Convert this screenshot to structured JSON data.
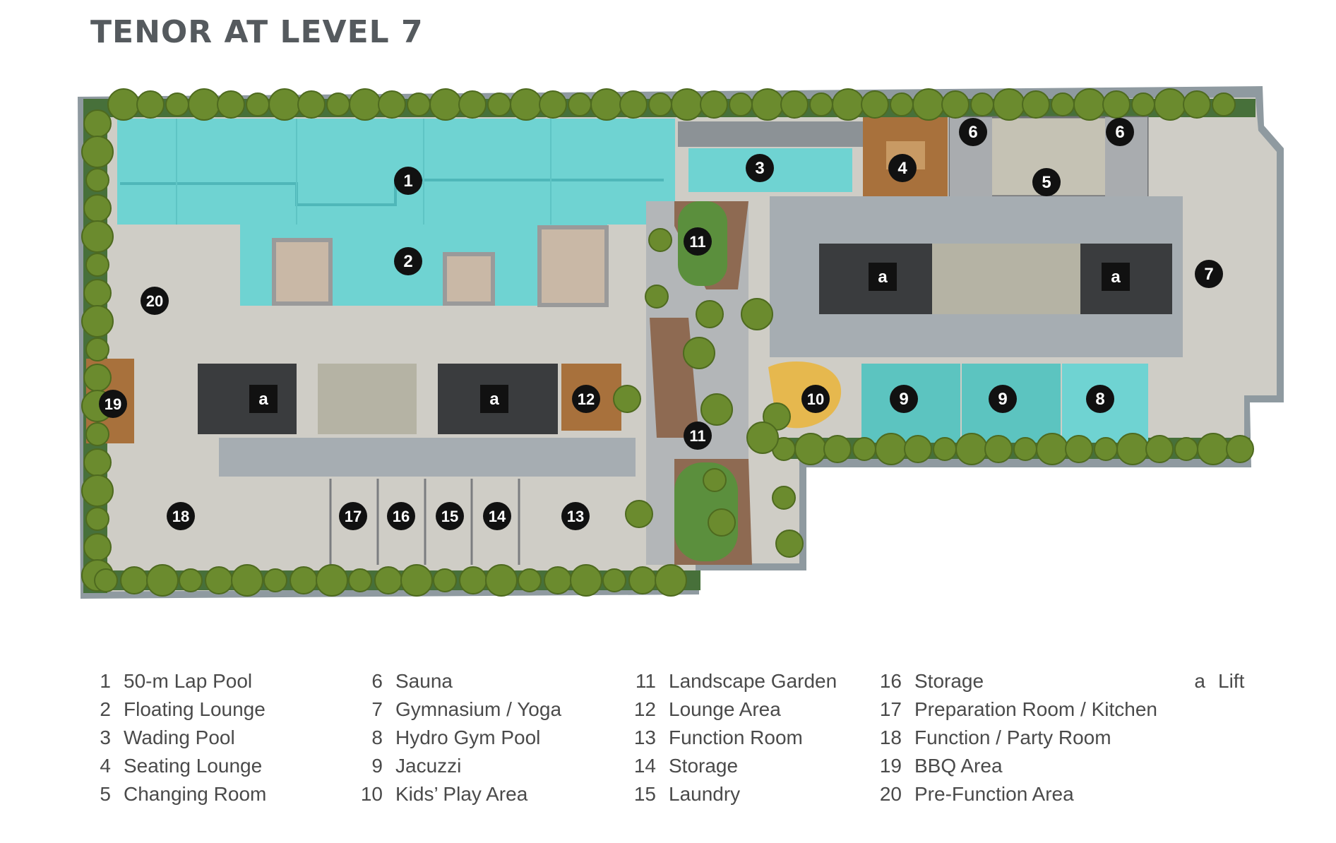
{
  "title": "TENOR AT LEVEL 7",
  "colors": {
    "pool": "#6fd3d2",
    "pool_tile": "#4fb7b9",
    "deck": "#c8c6bf",
    "paving": "#b3b6b8",
    "wood": "#a8713c",
    "lawn": "#5b8f3d",
    "path": "#8e6a52",
    "tree": "#6b8b2e",
    "lift_core": "#3a3c3e",
    "marker": "#111111",
    "sand": "#e6b84e"
  },
  "markers": [
    "1",
    "2",
    "3",
    "4",
    "5",
    "6",
    "6",
    "7",
    "8",
    "9",
    "9",
    "10",
    "11",
    "11",
    "12",
    "13",
    "14",
    "15",
    "16",
    "17",
    "18",
    "19",
    "20",
    "a",
    "a",
    "a",
    "a"
  ],
  "legend": {
    "col1": [
      {
        "num": "1",
        "label": "50-m Lap Pool"
      },
      {
        "num": "2",
        "label": "Floating Lounge"
      },
      {
        "num": "3",
        "label": "Wading Pool"
      },
      {
        "num": "4",
        "label": "Seating Lounge"
      },
      {
        "num": "5",
        "label": "Changing Room"
      }
    ],
    "col2": [
      {
        "num": "6",
        "label": "Sauna"
      },
      {
        "num": "7",
        "label": "Gymnasium / Yoga"
      },
      {
        "num": "8",
        "label": "Hydro Gym Pool"
      },
      {
        "num": "9",
        "label": "Jacuzzi"
      },
      {
        "num": "10",
        "label": "Kids’ Play Area"
      }
    ],
    "col3": [
      {
        "num": "11",
        "label": "Landscape Garden"
      },
      {
        "num": "12",
        "label": "Lounge Area"
      },
      {
        "num": "13",
        "label": "Function Room"
      },
      {
        "num": "14",
        "label": "Storage"
      },
      {
        "num": "15",
        "label": "Laundry"
      }
    ],
    "col4": [
      {
        "num": "16",
        "label": "Storage"
      },
      {
        "num": "17",
        "label": "Preparation Room / Kitchen"
      },
      {
        "num": "18",
        "label": "Function / Party Room"
      },
      {
        "num": "19",
        "label": "BBQ Area"
      },
      {
        "num": "20",
        "label": "Pre-Function Area"
      }
    ],
    "col5": [
      {
        "num": "a",
        "label": "Lift"
      }
    ]
  }
}
